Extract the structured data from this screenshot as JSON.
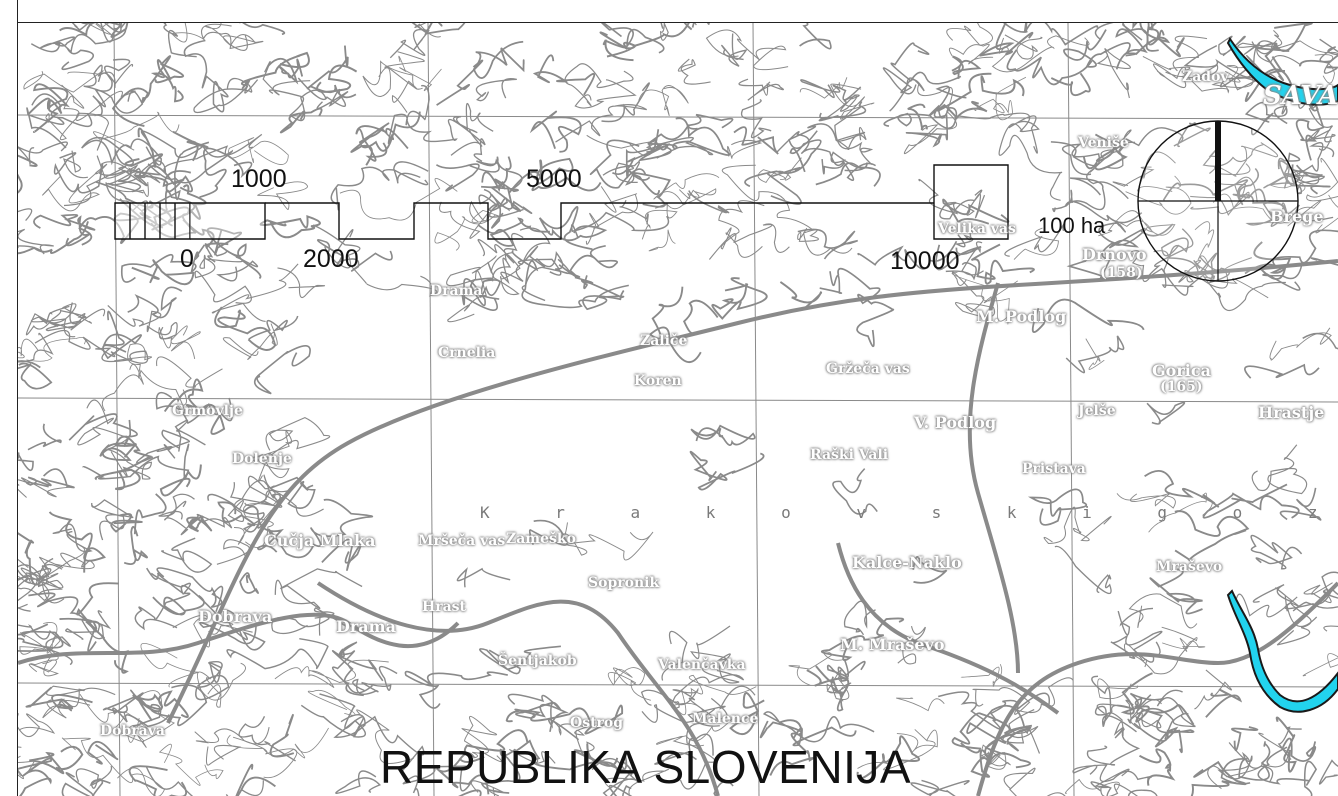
{
  "map": {
    "country_label": "REPUBLIKA SLOVENIJA",
    "area_label": "100 ha",
    "scale_bar": {
      "ticks": [
        "0",
        "1000",
        "2000",
        "5000",
        "10000"
      ]
    },
    "river_label": "SAVA",
    "forest_label": "K r a k o v s k i   g o z d",
    "colors": {
      "topo_gray": "#8a8a8a",
      "river_cyan": "#22d3ee",
      "river_stroke": "#1a1a1a",
      "ink": "#111111"
    },
    "places": [
      {
        "name": "Veniše"
      },
      {
        "name": "Brege"
      },
      {
        "name": "Velika vas"
      },
      {
        "name": "Drnovo"
      },
      {
        "name": "(158)"
      },
      {
        "name": "M. Podlog"
      },
      {
        "name": "Gržeča vas"
      },
      {
        "name": "Gorica"
      },
      {
        "name": "(165)"
      },
      {
        "name": "Hrastje"
      },
      {
        "name": "V. Podlog"
      },
      {
        "name": "Jelše"
      },
      {
        "name": "Raški Vali"
      },
      {
        "name": "Pristava"
      },
      {
        "name": "Kalce-Naklo"
      },
      {
        "name": "M. Mraševo"
      },
      {
        "name": "Mraševo"
      },
      {
        "name": "Zameško"
      },
      {
        "name": "Mršeča vas"
      },
      {
        "name": "Cučja Mlaka"
      },
      {
        "name": "Dobrava"
      },
      {
        "name": "Drama"
      },
      {
        "name": "Hrast"
      },
      {
        "name": "Sopronik"
      },
      {
        "name": "Šentjakob"
      },
      {
        "name": "Valenčavka"
      },
      {
        "name": "Malence"
      },
      {
        "name": "Ostrog"
      },
      {
        "name": "Grmovlje"
      },
      {
        "name": "Dobrava"
      },
      {
        "name": "Koren"
      },
      {
        "name": "Crnelia"
      },
      {
        "name": "Dolenje"
      },
      {
        "name": "Zaliče"
      },
      {
        "name": "Drama"
      },
      {
        "name": "Zadov"
      }
    ]
  }
}
